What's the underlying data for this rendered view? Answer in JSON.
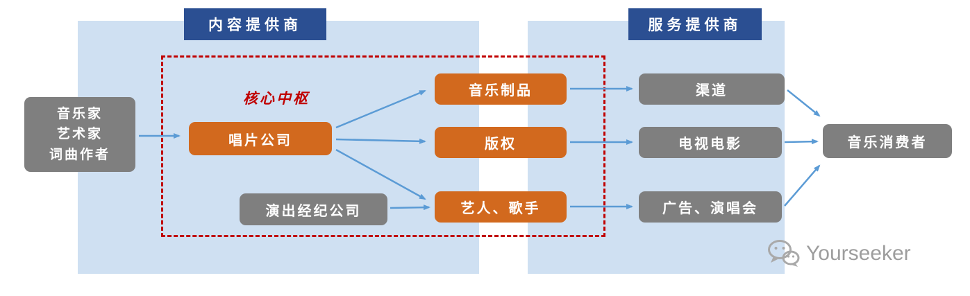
{
  "badges": {
    "content_provider": "内容提供商",
    "service_provider": "服务提供商"
  },
  "core_hub_label": "核心中枢",
  "nodes": {
    "creators_lines": [
      "音乐家",
      "艺术家",
      "词曲作者"
    ],
    "record_company": "唱片公司",
    "performance_agency": "演出经纪公司",
    "music_products": "音乐制品",
    "copyright": "版权",
    "artists_singers": "艺人、歌手",
    "channels": "渠道",
    "tv_movies": "电视电影",
    "ads_concerts": "广告、演唱会",
    "music_consumers": "音乐消费者"
  },
  "watermark": {
    "icon": "wechat-icon",
    "brand": "Yourseeker"
  },
  "colors": {
    "panel_blue": "#cfe0f2",
    "badge_blue": "#2b4f92",
    "node_orange": "#d2691e",
    "node_gray": "#7f7f7f",
    "dashed_red": "#c00000",
    "arrow_blue": "#5b9bd5",
    "watermark_gray": "#9d9d9d"
  }
}
